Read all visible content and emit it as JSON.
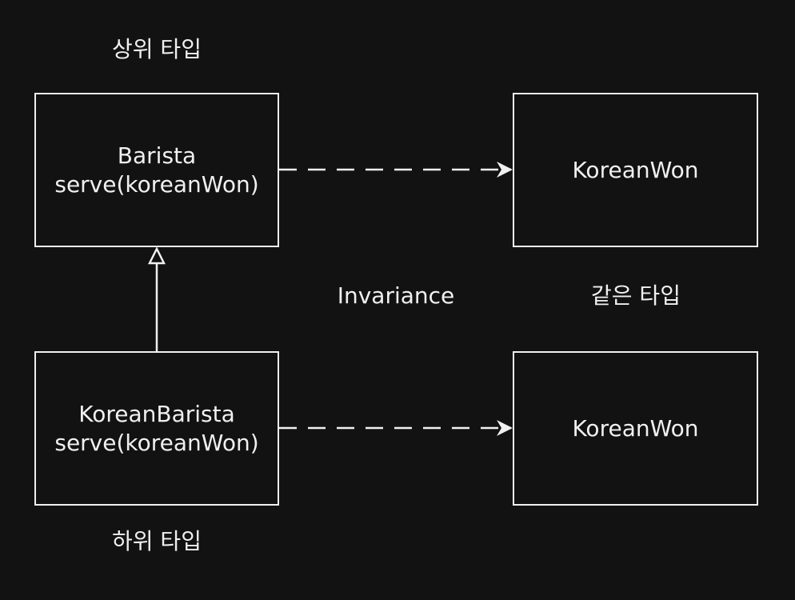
{
  "diagram": {
    "supertype_label": "상위 타입",
    "subtype_label": "하위 타입",
    "invariance_label": "Invariance",
    "same_type_label": "같은 타입",
    "barista": {
      "name": "Barista",
      "method": "serve(koreanWon)"
    },
    "korean_barista": {
      "name": "KoreanBarista",
      "method": "serve(koreanWon)"
    },
    "param_top": {
      "name": "KoreanWon"
    },
    "param_bottom": {
      "name": "KoreanWon"
    }
  },
  "colors": {
    "background": "#121212",
    "foreground": "#f0f0f0"
  }
}
